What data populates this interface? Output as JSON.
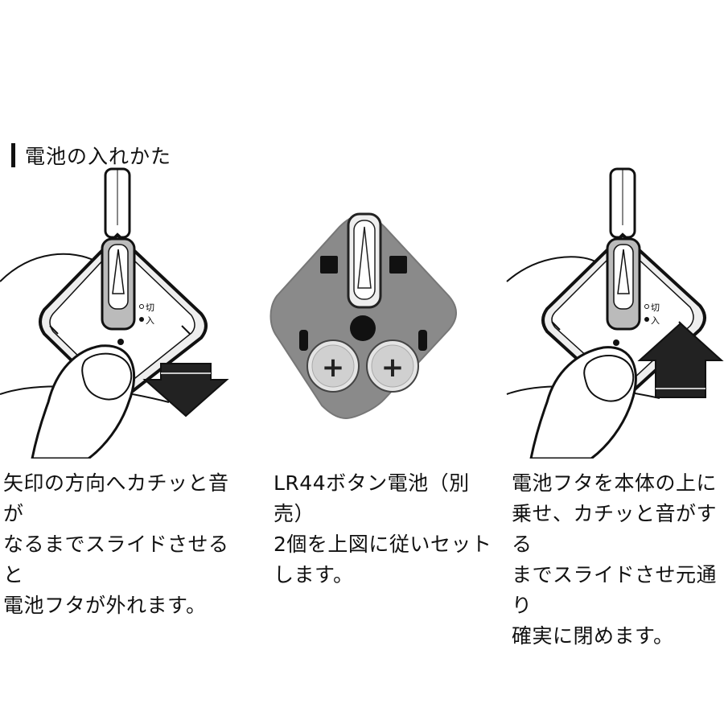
{
  "heading": "電池の入れかた",
  "captions": [
    "矢印の方向へカチッと音が\nなるまでスライドさせると\n電池フタが外れます。",
    "LR44ボタン電池（別売）\n2個を上図に従いセット\nします。",
    "電池フタを本体の上に\n乗せ、カチッと音がする\nまでスライドさせ元通り\n確実に閉めます。"
  ],
  "switch_labels": {
    "off": "切",
    "on": "入"
  },
  "battery_plus": "+",
  "colors": {
    "ink": "#111111",
    "cover_gray": "#8a8a8a",
    "battery_silver": "#d6d6d6",
    "device_gray": "#e8e8e8"
  },
  "arrows": {
    "left_panel": "down",
    "right_panel": "up"
  }
}
